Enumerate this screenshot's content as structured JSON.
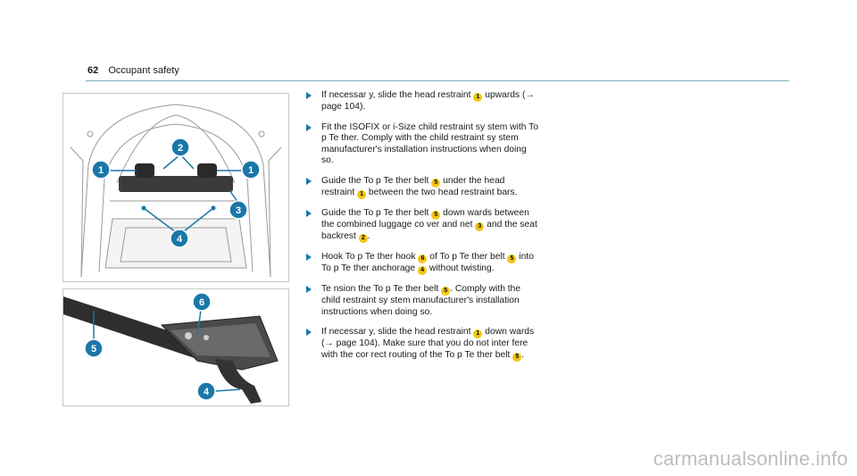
{
  "header": {
    "page_number": "62",
    "section": "Occupant safety"
  },
  "figure1": {
    "labels": [
      "1",
      "2",
      "1",
      "3",
      "4"
    ]
  },
  "figure2": {
    "labels": [
      "6",
      "5",
      "4"
    ]
  },
  "steps": [
    {
      "parts": [
        "If necessar y, slide the head restraint ",
        {
          "b": "1"
        },
        " upwards (",
        {
          "t": "→"
        },
        " page 104)."
      ]
    },
    {
      "parts": [
        "Fit the ISOFIX or i-Size child restraint sy stem with To p Te ther. Comply with the child restraint sy stem manufacturer's installation instructions when doing so."
      ]
    },
    {
      "parts": [
        "Guide the To p Te ther belt ",
        {
          "b": "5"
        },
        " under the head restraint ",
        {
          "b": "1"
        },
        " between the two head restraint bars."
      ]
    },
    {
      "parts": [
        "Guide the To p Te ther belt ",
        {
          "b": "5"
        },
        " down wards between the combined luggage co ver and net ",
        {
          "b": "3"
        },
        " and the seat backrest ",
        {
          "b": "2"
        },
        "."
      ]
    },
    {
      "parts": [
        "Hook To p Te ther hook ",
        {
          "b": "6"
        },
        " of To p Te ther belt ",
        {
          "b": "5"
        },
        " into To p Te ther anchorage ",
        {
          "b": "4"
        },
        " without twisting."
      ]
    },
    {
      "parts": [
        "Te nsion the To p Te ther belt ",
        {
          "b": "5"
        },
        ". Comply with the child restraint sy stem manufacturer's installation instructions when doing so."
      ]
    },
    {
      "parts": [
        "If necessar y, slide the head restraint ",
        {
          "b": "1"
        },
        " down wards (",
        {
          "t": "→"
        },
        " page 104). Make sure that you do not inter fere with the cor rect routing of the To p Te ther belt ",
        {
          "b": "5"
        },
        "."
      ]
    }
  ],
  "watermark": "carmanualsonline.info",
  "colors": {
    "badge": "#f3c613",
    "callout": "#1a77a8",
    "arrow": "#1a77a8",
    "rule": "#7fb0c2"
  }
}
